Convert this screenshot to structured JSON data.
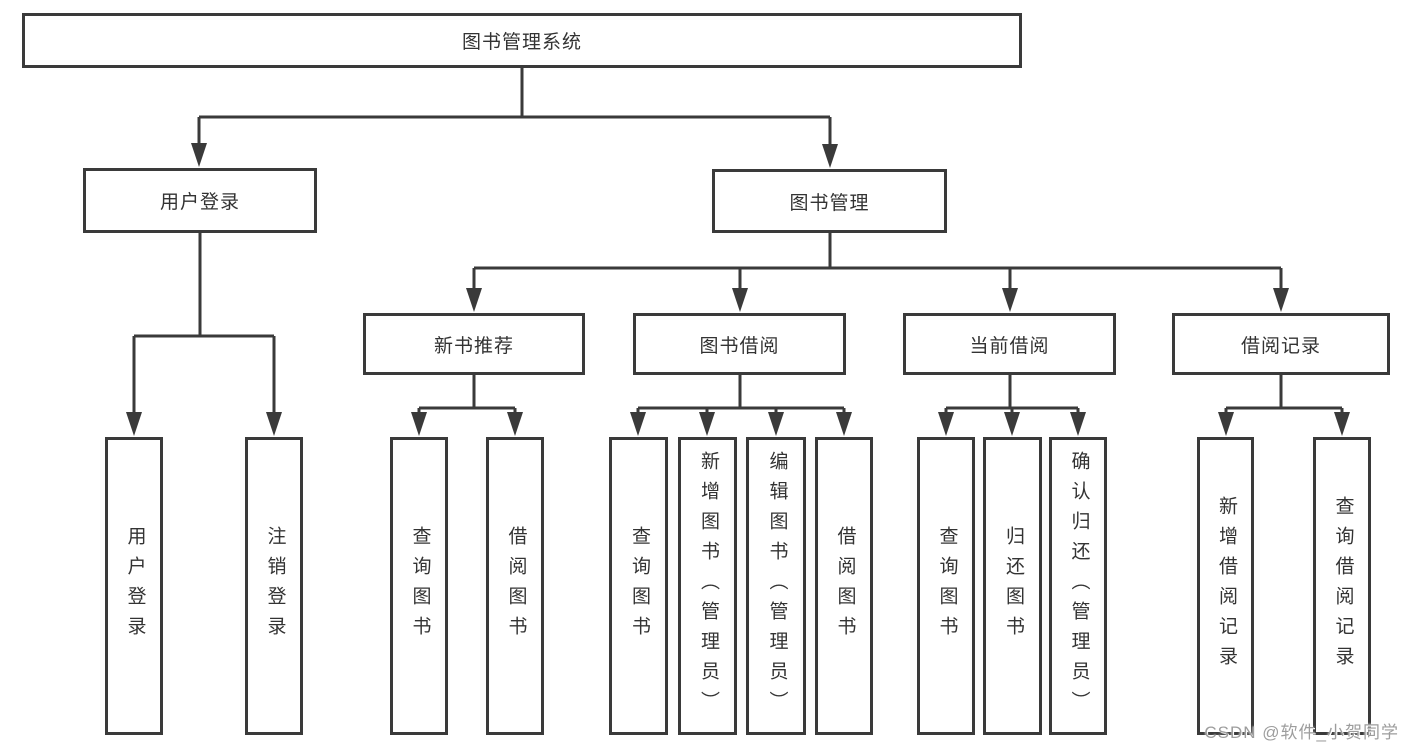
{
  "diagram": {
    "root": {
      "label": "图书管理系统"
    },
    "branches": {
      "user_login": {
        "label": "用户登录",
        "children": [
          {
            "label": "用户登录"
          },
          {
            "label": "注销登录"
          }
        ]
      },
      "book_management": {
        "label": "图书管理",
        "children": {
          "new_book_recommendation": {
            "label": "新书推荐",
            "children": [
              {
                "label": "查询图书"
              },
              {
                "label": "借阅图书"
              }
            ]
          },
          "book_borrowing": {
            "label": "图书借阅",
            "children": [
              {
                "label": "查询图书"
              },
              {
                "label": "新增图书（管理员）"
              },
              {
                "label": "编辑图书（管理员）"
              },
              {
                "label": "借阅图书"
              }
            ]
          },
          "current_borrowing": {
            "label": "当前借阅",
            "children": [
              {
                "label": "查询图书"
              },
              {
                "label": "归还图书"
              },
              {
                "label": "确认归还（管理员）"
              }
            ]
          },
          "borrowing_records": {
            "label": "借阅记录",
            "children": [
              {
                "label": "新增借阅记录"
              },
              {
                "label": "查询借阅记录"
              }
            ]
          }
        }
      }
    }
  },
  "watermark": {
    "text": "CSDN @软件_小贺同学"
  },
  "colors": {
    "line": "#3a3a3a",
    "text": "#333333",
    "watermark": "#9d9d9d",
    "background": "#ffffff"
  }
}
